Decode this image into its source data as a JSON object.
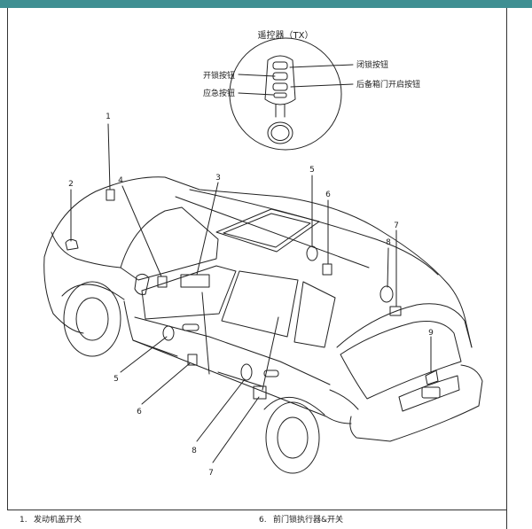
{
  "remote": {
    "title": "遥控器（TX）",
    "label_unlock": "开锁按钮",
    "label_emergency": "应急按钮",
    "label_lock": "闭锁按钮",
    "label_trunk": "后备箱门开启按钮"
  },
  "callouts": {
    "c1": "1",
    "c2": "2",
    "c3": "3",
    "c4": "4",
    "c5a": "5",
    "c5b": "5",
    "c6a": "6",
    "c6b": "6",
    "c7a": "7",
    "c7b": "7",
    "c8a": "8",
    "c8b": "8",
    "c9": "9"
  },
  "legend": {
    "item1_num": "1.",
    "item1_text": "发动机盖开关",
    "item6_num": "6.",
    "item6_text": "前门锁执行器&开关"
  }
}
